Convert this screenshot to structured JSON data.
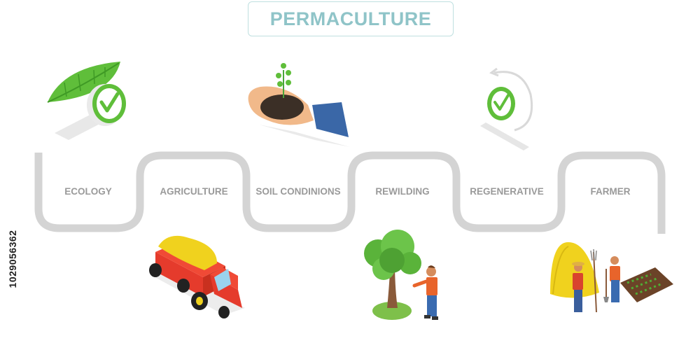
{
  "title": "PERMACULTURE",
  "steps": [
    {
      "label": "ECOLOGY",
      "illustration": "leaf-check-icon"
    },
    {
      "label": "AGRICULTURE",
      "illustration": "tractor-icon"
    },
    {
      "label": "SOIL CONDINIONS",
      "illustration": "hand-sprout-icon"
    },
    {
      "label": "REWILDING",
      "illustration": "tree-person-icon"
    },
    {
      "label": "REGENERATIVE",
      "illustration": "cycle-check-icon"
    },
    {
      "label": "FARMER",
      "illustration": "farmers-haystack-icon"
    }
  ],
  "stock_id": "1029056362",
  "colors": {
    "path": "#d4d4d4",
    "label": "#9a9a9a",
    "title": "#8fc4c8",
    "green": "#5fbe3a",
    "red": "#e53b2c",
    "yellow": "#f0d21e"
  }
}
